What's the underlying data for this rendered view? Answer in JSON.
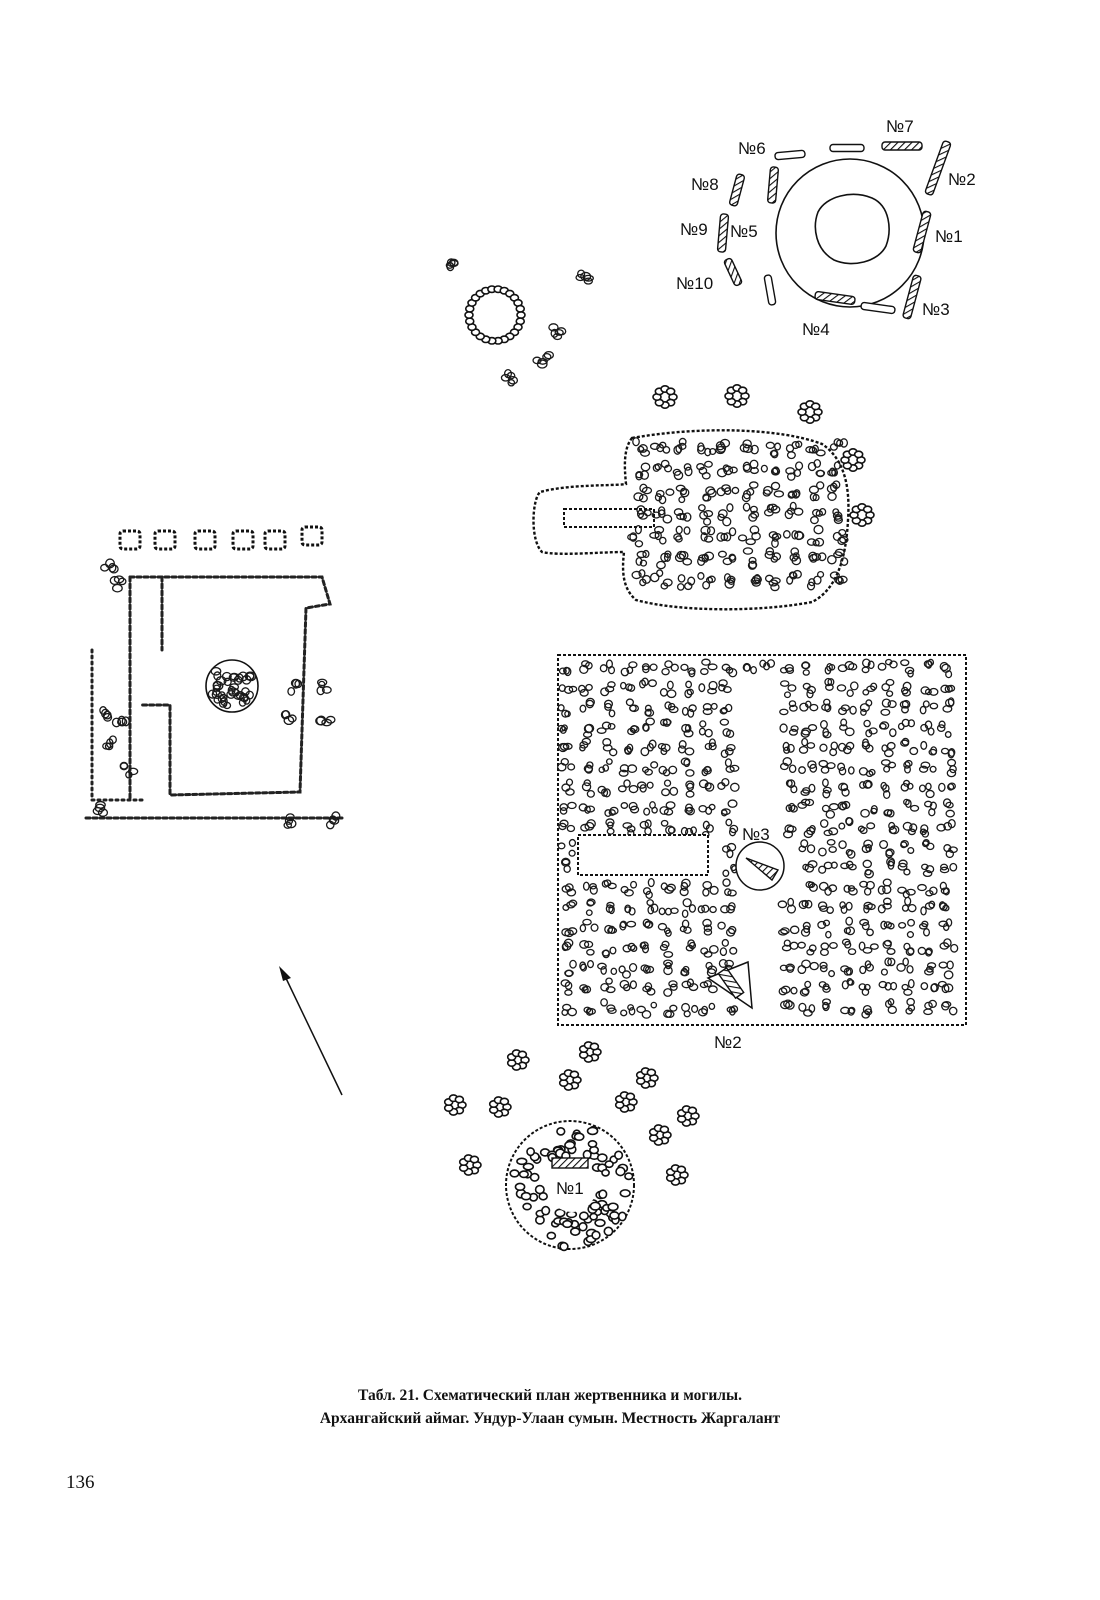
{
  "labels": {
    "upper_monument": {
      "n1": "№1",
      "n2": "№2",
      "n3": "№3",
      "n4": "№4",
      "n5": "№5",
      "n6": "№6",
      "n7": "№7",
      "n8": "№8",
      "n9": "№9",
      "n10": "№10"
    },
    "square_enclosure": {
      "n3": "№3",
      "n2": "№2"
    },
    "round_mound": {
      "n1": "№1"
    }
  },
  "caption": {
    "line1": "Табл. 21. Схематический план жертвенника и могилы.",
    "line2": "Архангайский аймаг. Ундур-Улаан сумын. Местность Жаргалант"
  },
  "page_number": "136",
  "icons": {
    "north_arrow": "arrow-icon"
  }
}
